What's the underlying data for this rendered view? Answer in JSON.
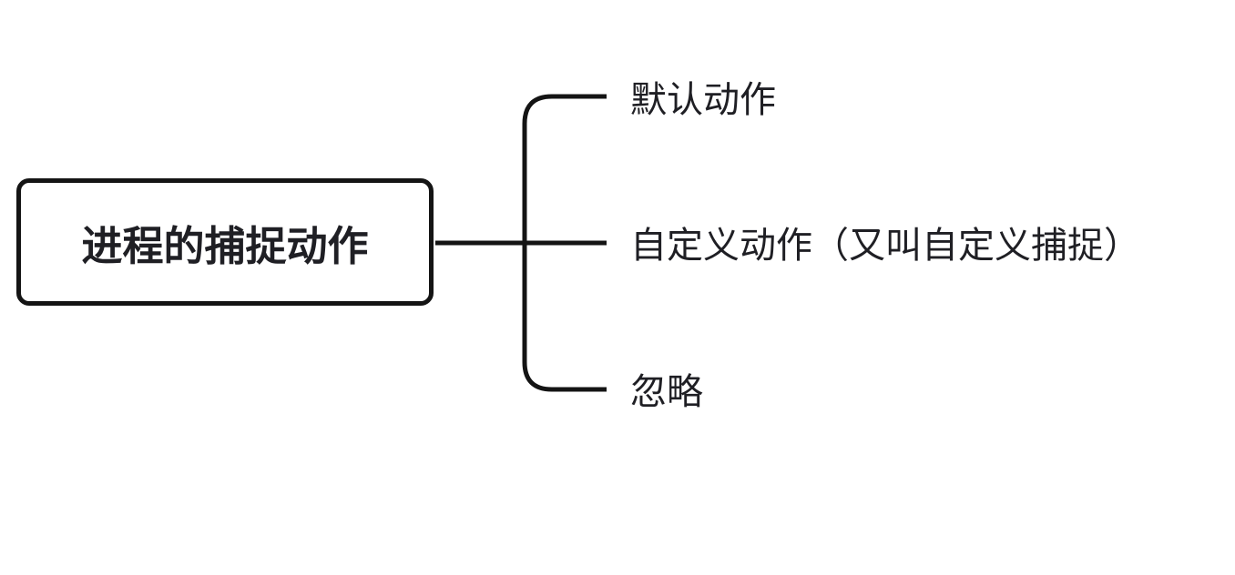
{
  "root": {
    "label": "进程的捕捉动作"
  },
  "branches": [
    {
      "label": "默认动作"
    },
    {
      "label": "自定义动作（又叫自定义捕捉）"
    },
    {
      "label": "忽略"
    }
  ],
  "colors": {
    "line": "#141414",
    "text": "#1f1f24",
    "background": "#ffffff"
  }
}
